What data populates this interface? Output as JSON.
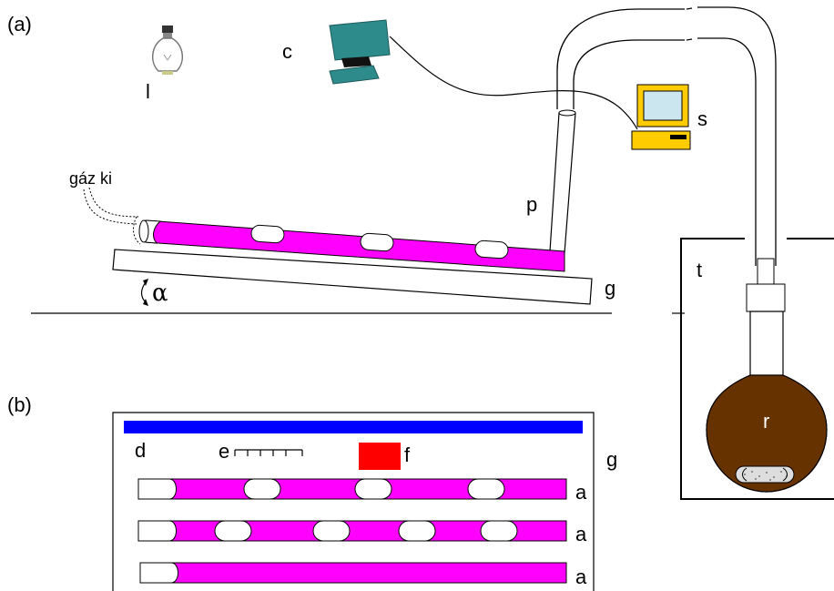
{
  "panel_labels": {
    "a": "(a)",
    "b": "(b)"
  },
  "labels": {
    "lamp": "l",
    "camera": "c",
    "computer": "s",
    "pipe": "p",
    "gas_out": "gáz ki",
    "alpha": "α",
    "glass_top": "g",
    "thermostat": "t",
    "reservoir": "r",
    "d": "d",
    "e": "e",
    "f": "f",
    "glass_bottom": "g",
    "tube1": "a",
    "tube2": "a",
    "tube3": "a"
  },
  "colors": {
    "liquid": "#ff00ff",
    "blue_bar": "#0000ff",
    "red_box": "#ff0000",
    "flask": "#663300",
    "camera": "#2e8b8b",
    "computer": "#ffcc00",
    "screen": "#cce6f0"
  },
  "icons": [
    "light-bulb-icon",
    "camera-icon",
    "computer-icon",
    "stir-bar-icon"
  ]
}
